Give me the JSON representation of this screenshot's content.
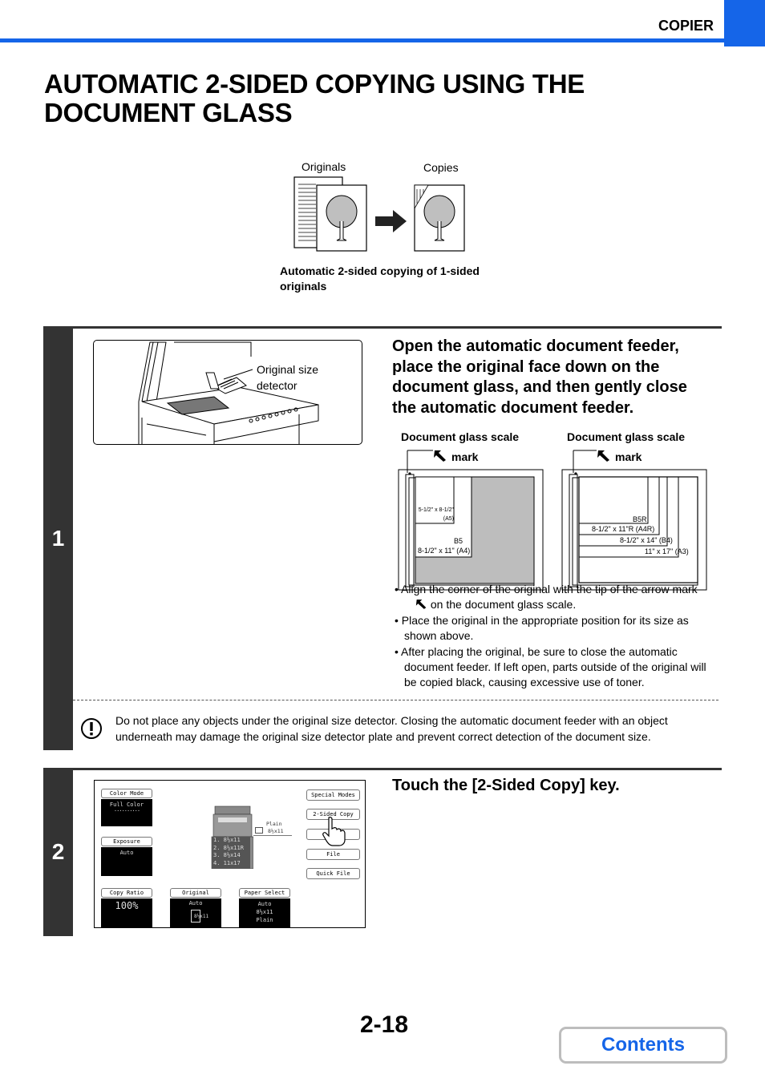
{
  "header": {
    "section": "COPIER"
  },
  "title": "AUTOMATIC 2-SIDED COPYING USING THE DOCUMENT GLASS",
  "intro_figure": {
    "originals_label": "Originals",
    "copies_label": "Copies",
    "caption": "Automatic 2-sided copying of 1-sided originals"
  },
  "step1": {
    "number": "1",
    "heading": "Open the automatic document feeder, place the original face down on the document glass, and then gently close the automatic document feeder.",
    "callout": "Original size detector",
    "scale_left": {
      "title": "Document glass scale",
      "mark": "mark",
      "labels": [
        "5-1/2\" x 8-1/2\"",
        "(A5)",
        "B5",
        "8-1/2\" x 11\" (A4)"
      ]
    },
    "scale_right": {
      "title": "Document glass scale",
      "mark": "mark",
      "labels": [
        "B5R",
        "8-1/2\" x 11\"R (A4R)",
        "8-1/2\" x 14\" (B4)",
        "11\" x 17\" (A3)"
      ]
    },
    "bullets": [
      "Align the corner of the original with the tip of the arrow mark",
      "on the document glass scale.",
      "Place the original in the appropriate position for its size as shown above.",
      "After placing the original, be sure to close the automatic document feeder. If left open, parts outside of the original will be copied black, causing excessive use of toner."
    ],
    "caution": "Do not place any objects under the original size detector. Closing the automatic document feeder with an object underneath may damage the original size detector plate and prevent correct detection of the document size."
  },
  "step2": {
    "number": "2",
    "heading": "Touch the [2-Sided Copy] key.",
    "panel": {
      "color_mode_label": "Color Mode",
      "color_mode_value": "Full Color",
      "exposure_label": "Exposure",
      "exposure_value": "Auto",
      "copy_ratio_label": "Copy Ratio",
      "copy_ratio_value": "100%",
      "original_label": "Original",
      "original_value": "Auto",
      "original_size": "8½x11",
      "paper_select_label": "Paper Select",
      "paper_select_values": [
        "Auto",
        "8½x11",
        "Plain"
      ],
      "trays": [
        "1. 8½x11",
        "2. 8½x11R",
        "3. 8½x14",
        "4. 11x17"
      ],
      "plain_label": "Plain",
      "plain_size": "8½x11",
      "special_modes": "Special Modes",
      "two_sided_copy": "2-Sided Copy",
      "file": "File",
      "quick_file": "Quick File"
    }
  },
  "footer": {
    "page_number": "2-18",
    "contents": "Contents"
  }
}
